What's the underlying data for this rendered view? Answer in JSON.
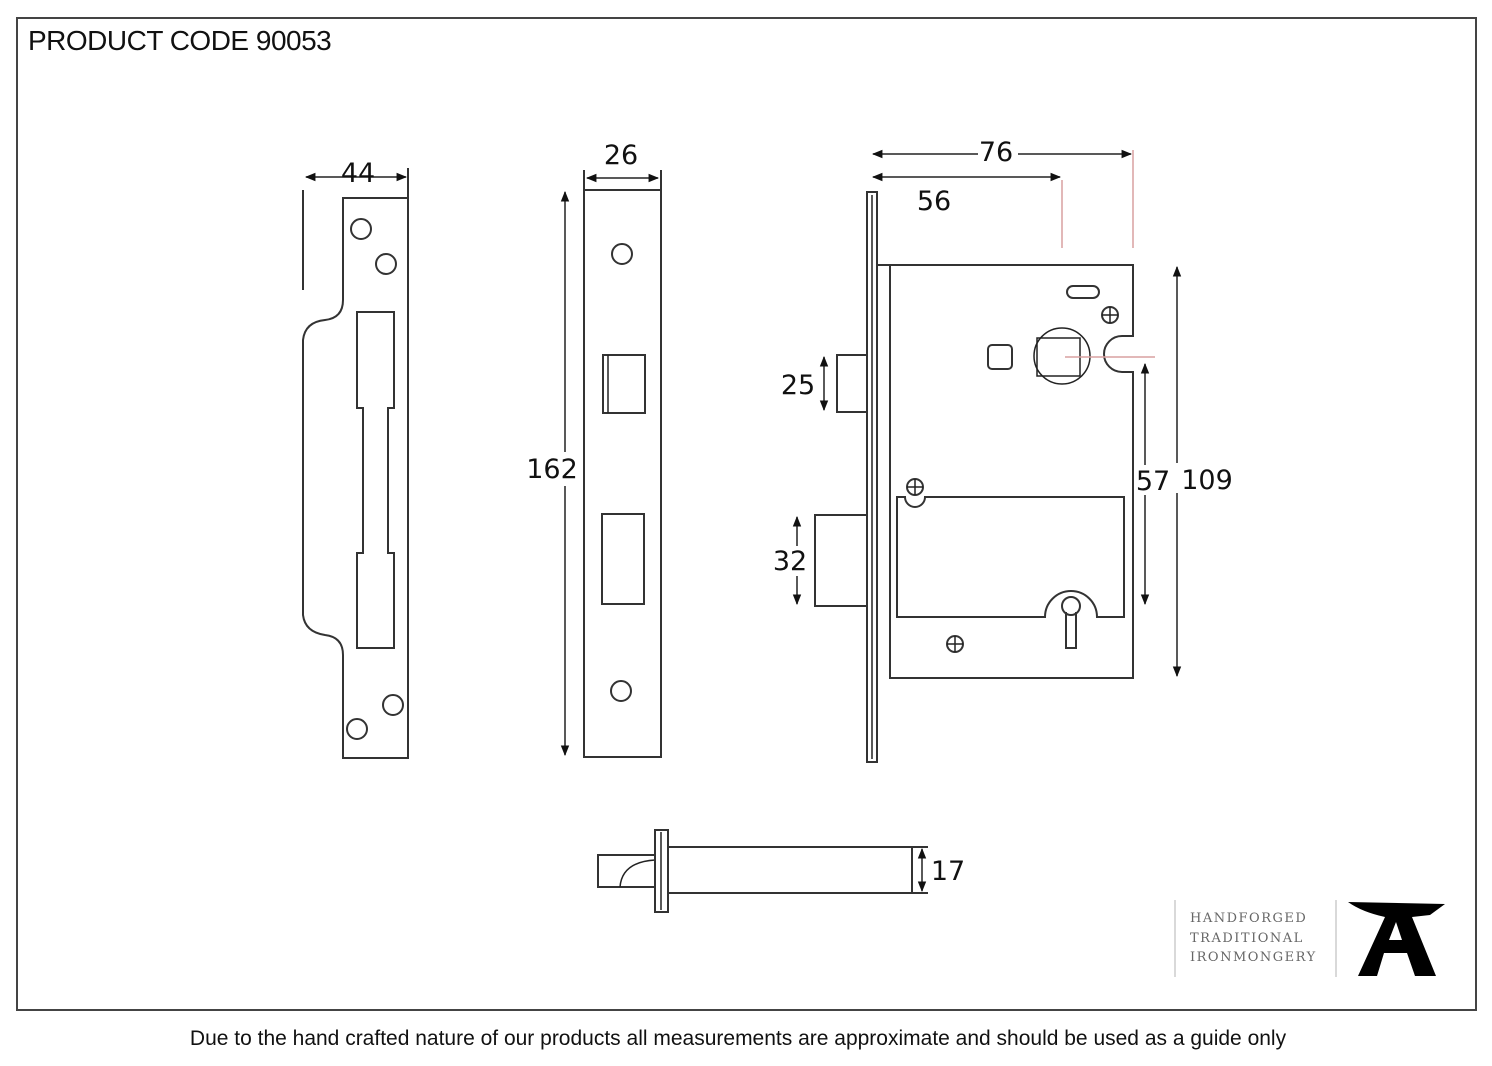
{
  "header": {
    "title": "PRODUCT CODE 90053"
  },
  "dimensions": {
    "strike_width": "44",
    "forend_width": "26",
    "forend_height": "162",
    "case_overall": "76",
    "backset": "56",
    "latch_height": "25",
    "deadbolt_height": "32",
    "centres": "57",
    "case_height": "109",
    "spindle_size": "17"
  },
  "logo": {
    "line1": "HANDFORGED",
    "line2": "TRADITIONAL",
    "line3": "IRONMONGERY"
  },
  "footer": {
    "disclaimer": "Due to the hand crafted nature of our products all measurements are approximate and should be used as a guide only"
  }
}
